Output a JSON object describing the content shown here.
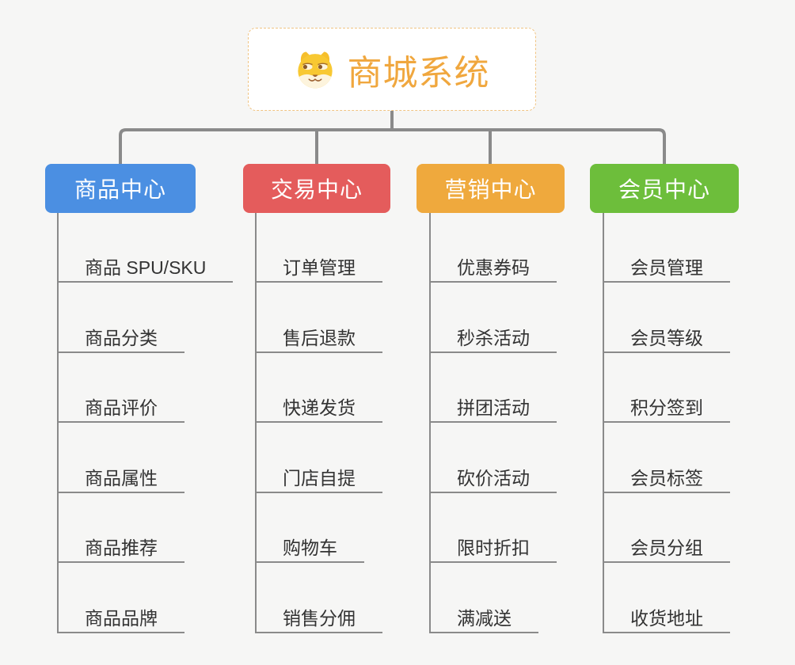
{
  "page": {
    "background_color": "#f6f6f5",
    "connector_color": "#8a8a8a"
  },
  "root": {
    "title": "商城系统",
    "title_color": "#f0a73e",
    "border_color": "#f0c483",
    "icon": "shiba-dog-icon"
  },
  "branches": [
    {
      "label": "商品中心",
      "color": "#4b8fe2",
      "items": [
        "商品 SPU/SKU",
        "商品分类",
        "商品评价",
        "商品属性",
        "商品推荐",
        "商品品牌"
      ]
    },
    {
      "label": "交易中心",
      "color": "#e45c5c",
      "items": [
        "订单管理",
        "售后退款",
        "快递发货",
        "门店自提",
        "购物车",
        "销售分佣"
      ]
    },
    {
      "label": "营销中心",
      "color": "#efa93d",
      "items": [
        "优惠券码",
        "秒杀活动",
        "拼团活动",
        "砍价活动",
        "限时折扣",
        "满减送"
      ]
    },
    {
      "label": "会员中心",
      "color": "#6dbe3b",
      "items": [
        "会员管理",
        "会员等级",
        "积分签到",
        "会员标签",
        "会员分组",
        "收货地址"
      ]
    }
  ]
}
